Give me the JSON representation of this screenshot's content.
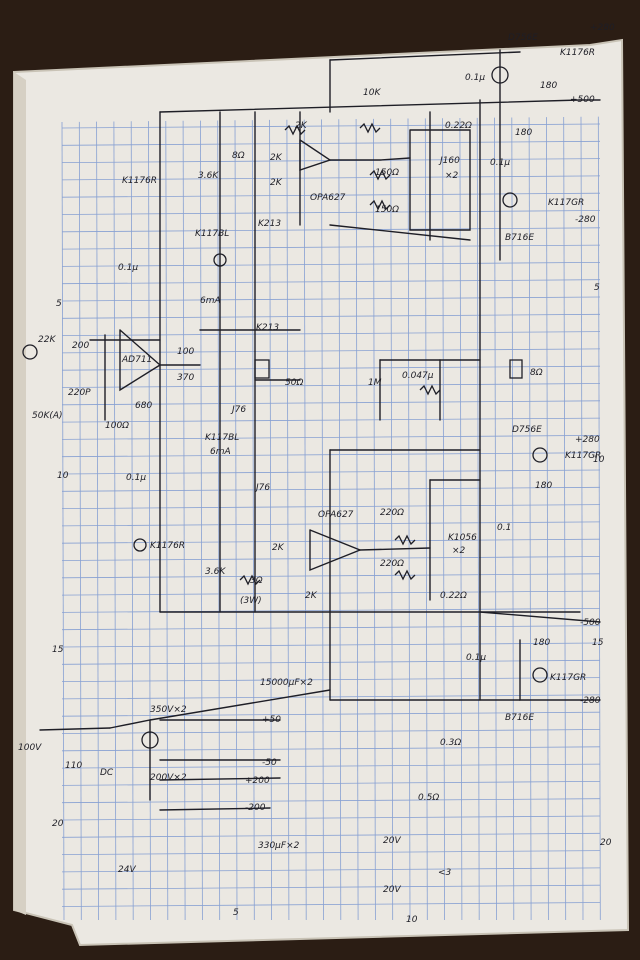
{
  "labels": {
    "d1": "D756E",
    "k1": "K1176R",
    "r180a": "180",
    "r180b": "180",
    "cap01a": "0.1μ",
    "rail500a": "+500",
    "rail280a": "+280",
    "pot10k": "10K",
    "r2ka": "2K",
    "r2kb": "2K",
    "c022": "0.22Ω",
    "c01b": "0.1μ",
    "opa627a": "OPA627",
    "r150a": "150Ω",
    "r150b": "150Ω",
    "j160": "J160",
    "x2a": "×2",
    "k1176ra": "K1176R",
    "b716e": "B716E",
    "rail280b": "-280",
    "k117gr": "K117GR",
    "r36k": "3.6K",
    "r8r": "8Ω",
    "r2kc": "2K",
    "k213a": "K213",
    "k117bl": "K117BL",
    "c01c": "0.1μ",
    "r5": "5",
    "mark5r": "5",
    "ad711": "AD711",
    "r100": "100",
    "r22k": "22K",
    "r200": "200",
    "c220p": "220P",
    "r50k": "50K(A)",
    "r370": "370",
    "r680": "680",
    "r6ma": "6mA",
    "k213b": "K213",
    "j76a": "J76",
    "r50r": "50Ω",
    "r100b": "100Ω",
    "r1m": "1M",
    "c0047": "0.047μ",
    "r8r2": "8Ω",
    "mark10": "10",
    "mark10r": "10",
    "d756e": "D756E",
    "rail280c": "+280",
    "k117gr2": "K117GR",
    "r180c": "180",
    "k117bl2": "K117BL",
    "r6mb": "6mA",
    "j76b": "J76",
    "c01d": "0.1μ",
    "opa627b": "OPA627",
    "r220a": "220Ω",
    "r220b": "220Ω",
    "k1056": "K1056",
    "x2b": "×2",
    "c01e": "0.1",
    "k1176rb": "K1176R",
    "r36kb": "3.6K",
    "r3r": "3Ω",
    "r3w": "(3W)",
    "r2kd": "2K",
    "r2ke": "2K",
    "c022b": "0.22Ω",
    "rail500b": "-500",
    "mark15": "15",
    "mark15r": "15",
    "r180d": "180",
    "c01f": "0.1μ",
    "k117gr3": "K117GR",
    "b716e2": "B716E",
    "rail280d": "-280",
    "cap15000": "15000μF×2",
    "t350": "350V×2",
    "v100": "100V",
    "v110": "110",
    "vdc": "DC",
    "v200": "200V×2",
    "rail50p": "+50",
    "rail50m": "-50",
    "rail200p": "+200",
    "rail200m": "-200",
    "c330": "330μF×2",
    "xf": "24V",
    "r03": "0.3Ω",
    "r05": "0.5Ω",
    "v20": "20V",
    "mark20": "20",
    "mark20r": "20",
    "v20b": "20V",
    "mark5b": "5",
    "mark10b": "10",
    "n8": "<3"
  },
  "colors": {
    "paper": "#ebe8e2",
    "grid": "#6f8fcf",
    "ink": "#1e1e26",
    "table": "#2b1d14"
  }
}
